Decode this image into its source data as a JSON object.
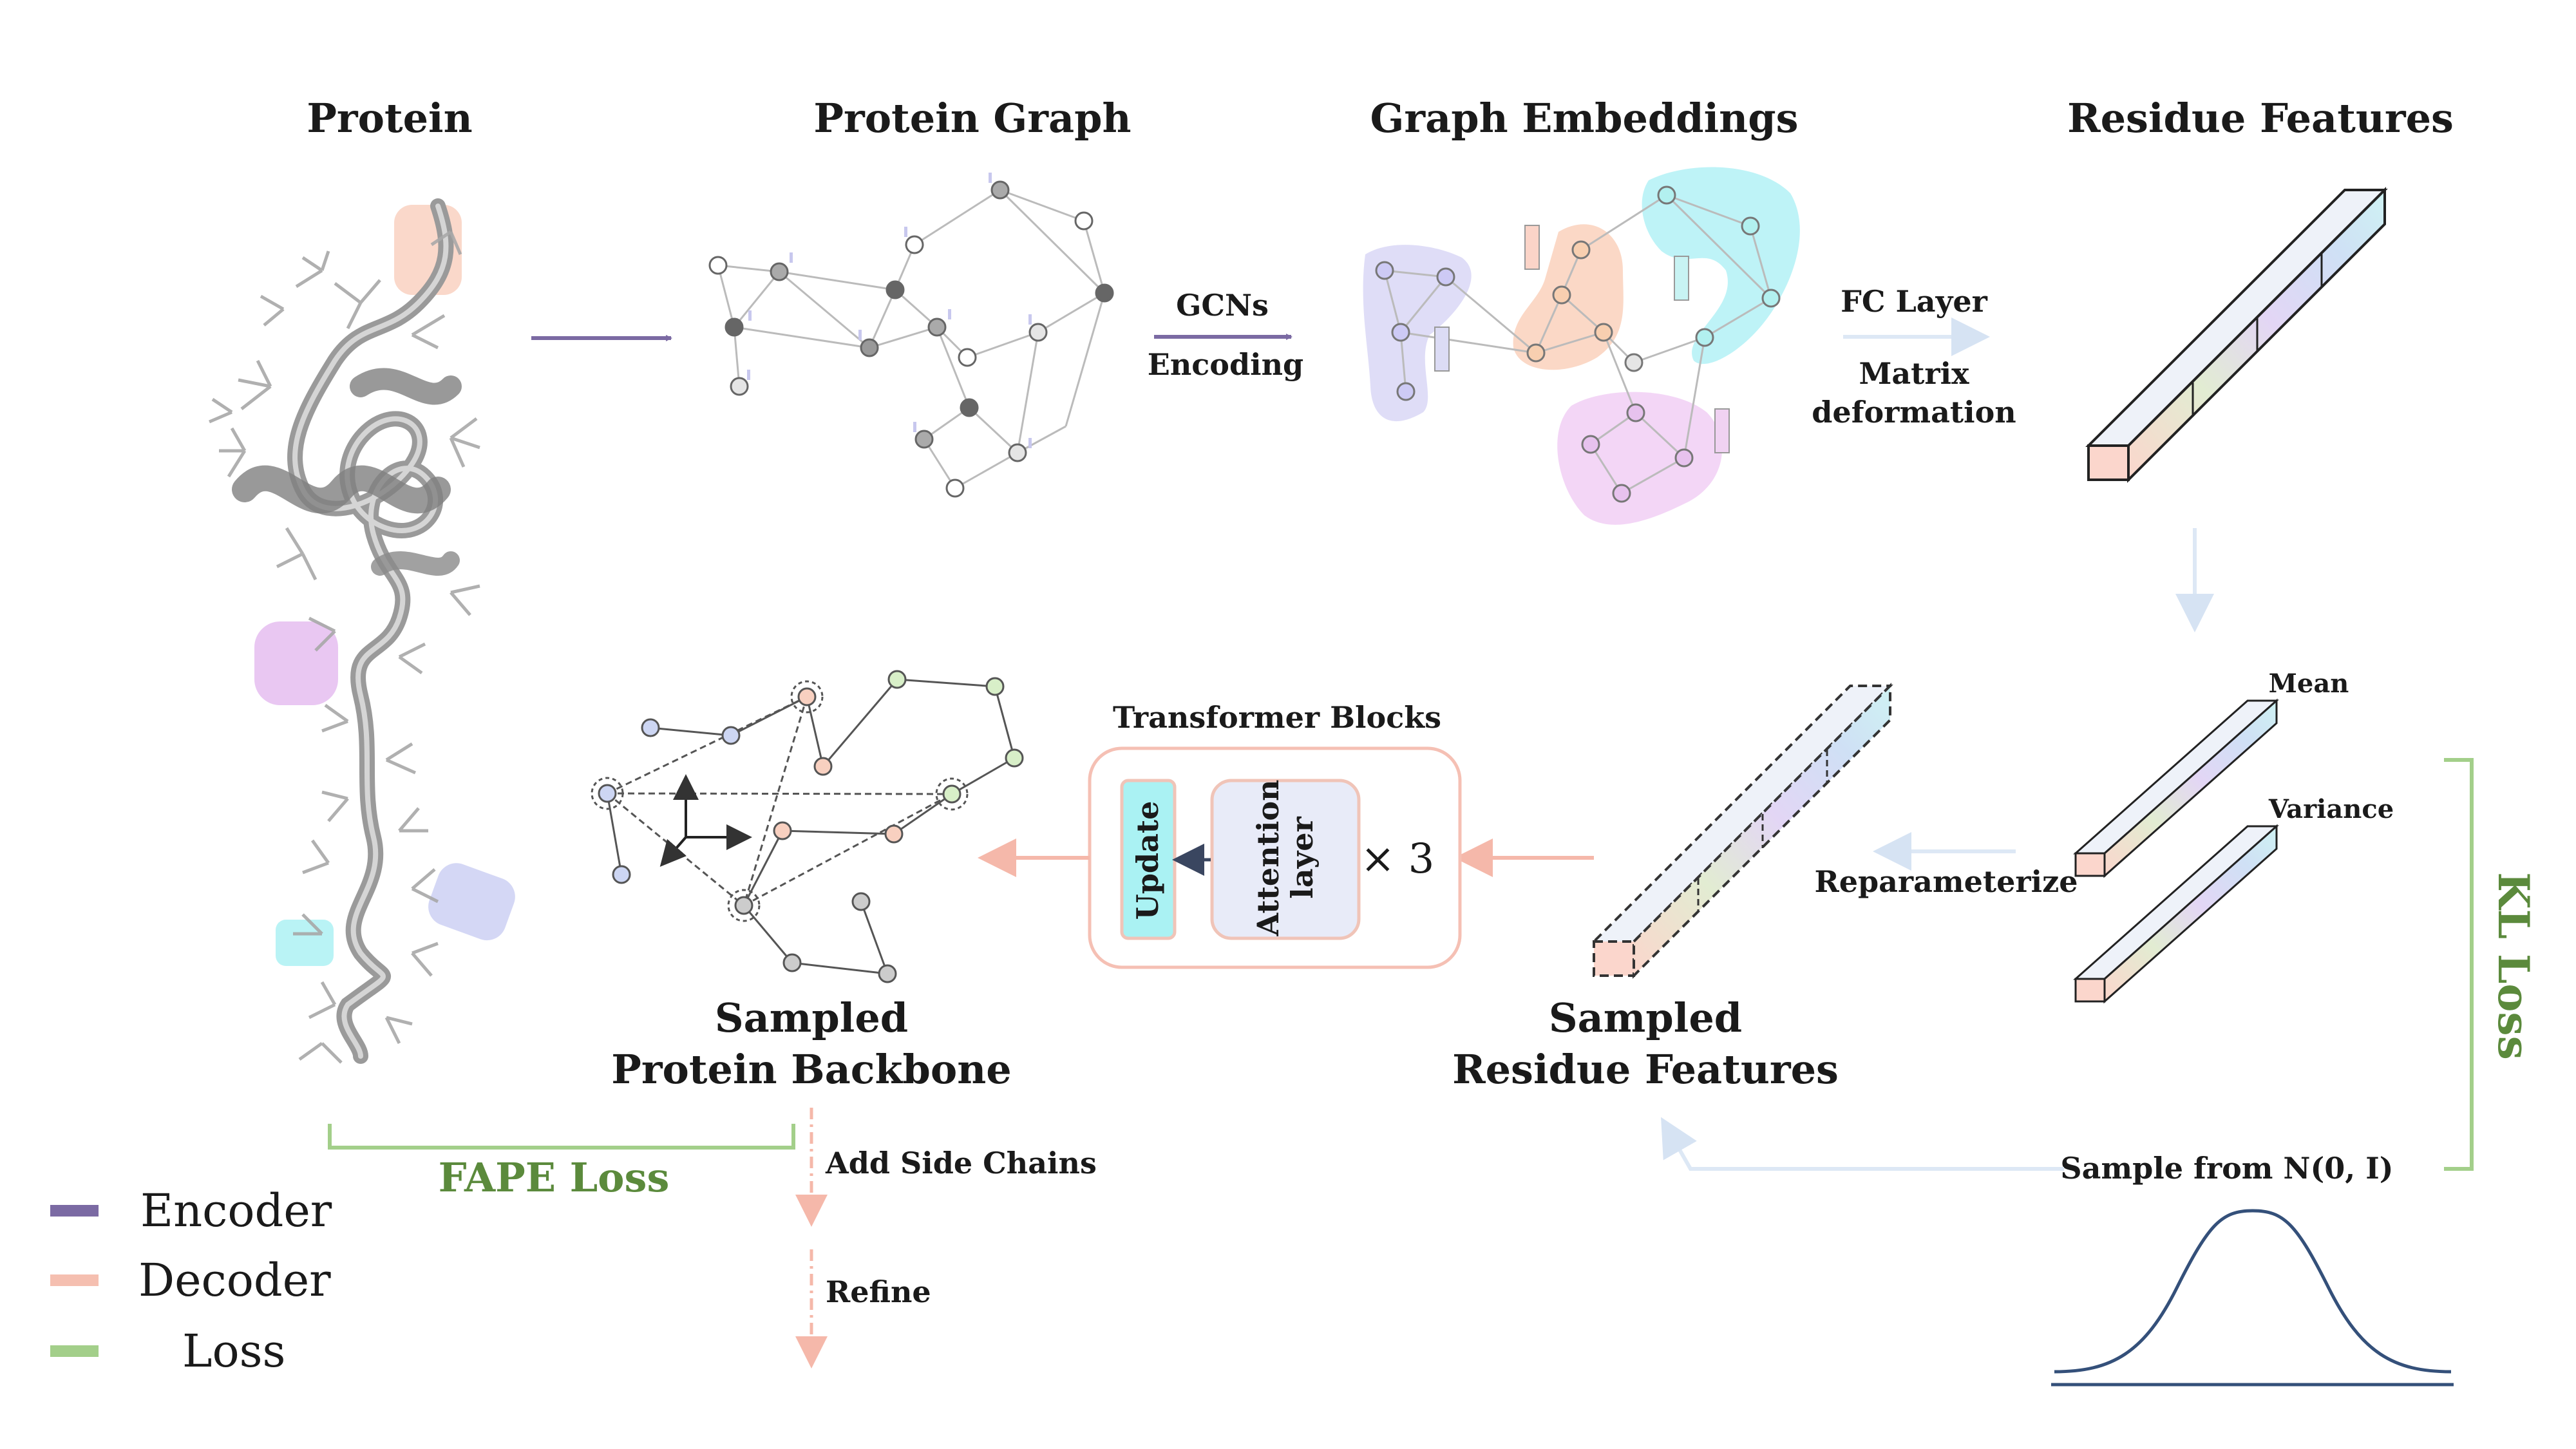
{
  "titles": {
    "protein": "Protein",
    "protein_graph": "Protein Graph",
    "graph_embeddings": "Graph Embeddings",
    "residue_features": "Residue Features",
    "sampled_backbone_line1": "Sampled",
    "sampled_backbone_line2": "Protein Backbone",
    "sampled_features_line1": "Sampled",
    "sampled_features_line2": "Residue Features"
  },
  "labels": {
    "gcns": "GCNs",
    "encoding": "Encoding",
    "fc_layer": "FC Layer",
    "matrix": "Matrix",
    "deformation": "deformation",
    "mean": "Mean",
    "variance": "Variance",
    "reparameterize": "Reparameterize",
    "sample_from": "Sample from N(0, I)",
    "transformer_blocks": "Transformer Blocks",
    "update": "Update",
    "attention_line1": "Attention",
    "attention_line2": "layer",
    "times_three": "× 3",
    "add_side_chains": "Add Side Chains",
    "refine": "Refine",
    "fape_loss": "FAPE Loss",
    "kl_loss": "KL Loss"
  },
  "legend": [
    {
      "label": "Encoder",
      "color": "#7b6aa3"
    },
    {
      "label": "Decoder",
      "color": "#f5bfb0"
    },
    {
      "label": "Loss",
      "color": "#a3cf8a"
    }
  ],
  "colors": {
    "encoder_arrow": "#7b6aa3",
    "decoder_arrow": "#f5b8aa",
    "light_arrow": "#dde8f5",
    "loss": "#a3cf8a",
    "loss_text": "#5b8a3c",
    "curve": "#34507a"
  }
}
